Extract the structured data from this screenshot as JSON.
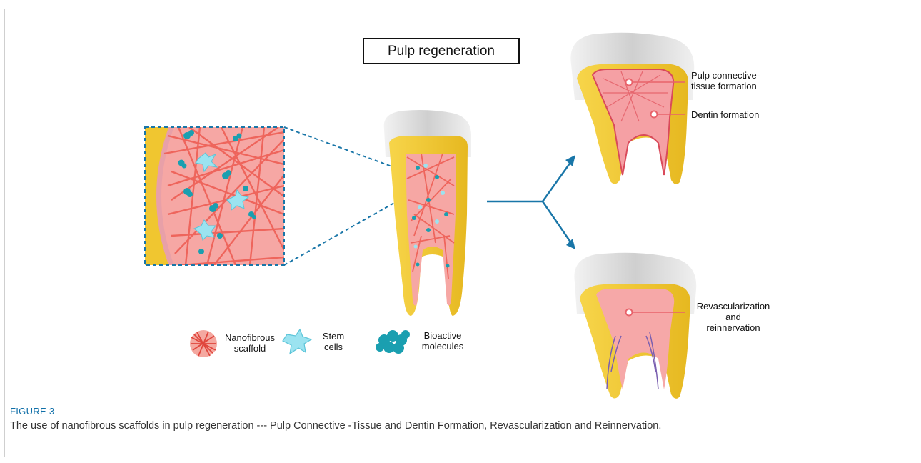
{
  "title": "Pulp regeneration",
  "labels": {
    "pulp_connective": [
      "Pulp connective-",
      "tissue formation"
    ],
    "dentin_formation": "Dentin formation",
    "revascularization": [
      "Revascularization",
      "and",
      "reinnervation"
    ]
  },
  "legend": {
    "nanofibrous": [
      "Nanofibrous",
      "scaffold"
    ],
    "stem": [
      "Stem",
      "cells"
    ],
    "bioactive": [
      "Bioactive",
      "molecules"
    ]
  },
  "caption": {
    "label": "FIGURE 3",
    "text": "The use of nanofibrous scaffolds in pulp regeneration --- Pulp Connective -Tissue and Dentin Formation, Revascularization and Reinnervation."
  },
  "colors": {
    "accent": "#1976a8",
    "enamel": "#d9d9d9",
    "dentin": "#f0c630",
    "pulp": "#f4a8a8",
    "fiber": "#f0645a",
    "cell": "#9be3f0",
    "molecule": "#1a9fb0",
    "pointer": "#e8626a"
  }
}
